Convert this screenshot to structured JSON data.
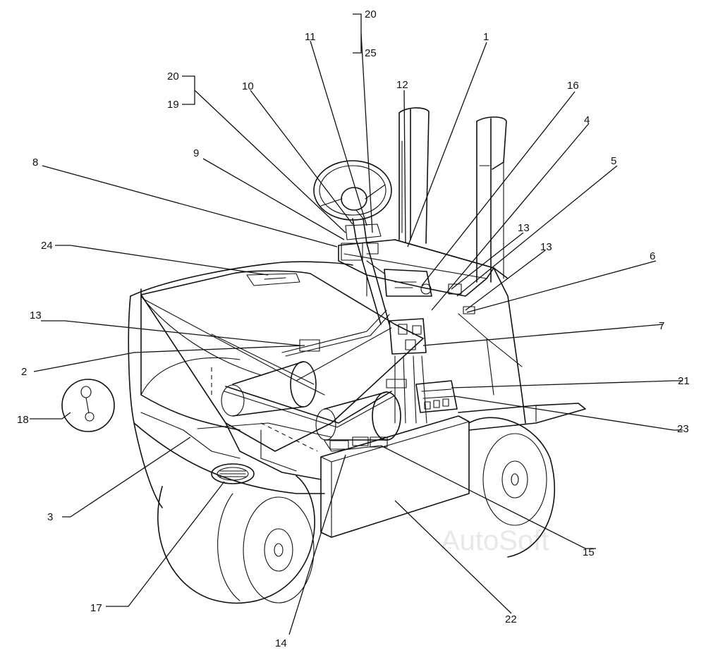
{
  "watermark": "AutoSoft",
  "callouts": [
    {
      "id": "c-1",
      "label": "1"
    },
    {
      "id": "c-2",
      "label": "2"
    },
    {
      "id": "c-3",
      "label": "3"
    },
    {
      "id": "c-4",
      "label": "4"
    },
    {
      "id": "c-5",
      "label": "5"
    },
    {
      "id": "c-6",
      "label": "6"
    },
    {
      "id": "c-7",
      "label": "7"
    },
    {
      "id": "c-8",
      "label": "8"
    },
    {
      "id": "c-9",
      "label": "9"
    },
    {
      "id": "c-10",
      "label": "10"
    },
    {
      "id": "c-11",
      "label": "11"
    },
    {
      "id": "c-12",
      "label": "12"
    },
    {
      "id": "c-13a",
      "label": "13"
    },
    {
      "id": "c-13b",
      "label": "13"
    },
    {
      "id": "c-13c",
      "label": "13"
    },
    {
      "id": "c-14",
      "label": "14"
    },
    {
      "id": "c-15",
      "label": "15"
    },
    {
      "id": "c-16",
      "label": "16"
    },
    {
      "id": "c-17",
      "label": "17"
    },
    {
      "id": "c-18",
      "label": "18"
    },
    {
      "id": "c-19",
      "label": "19"
    },
    {
      "id": "c-20a",
      "label": "20"
    },
    {
      "id": "c-20b",
      "label": "20"
    },
    {
      "id": "c-21",
      "label": "21"
    },
    {
      "id": "c-22",
      "label": "22"
    },
    {
      "id": "c-23",
      "label": "23"
    },
    {
      "id": "c-24",
      "label": "24"
    },
    {
      "id": "c-25",
      "label": "25"
    }
  ]
}
